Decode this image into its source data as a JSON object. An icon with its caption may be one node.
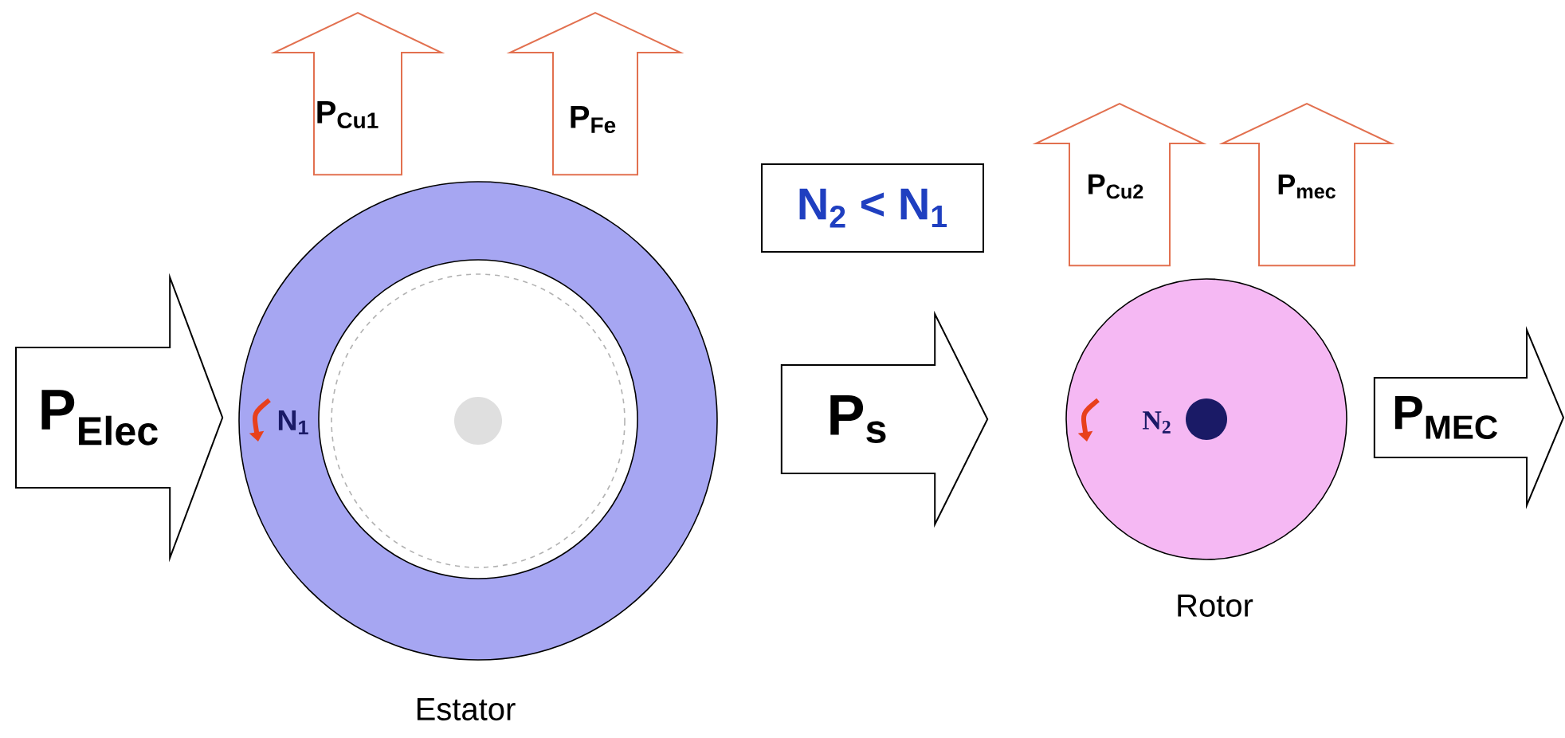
{
  "diagram": {
    "nodes": [
      {
        "text": [
          "N$_{1}$"
        ],
        "beside": [
          "Estator"
        ]
      },
      {
        "text": [
          "N$_{2}$ < N$_{1}$"
        ]
      },
      {
        "text": [
          "N$_{2}$"
        ],
        "beside": [
          "Rotor"
        ]
      }
    ],
    "edges": [
      {
        "from": null,
        "to": 0,
        "arrow": "to",
        "label": "P$_{Elec}$",
        "color": "#000000"
      },
      {
        "from": 0,
        "to": null,
        "arrow": "to",
        "label": "P$_{Cu1}$",
        "color": "#e2704f"
      },
      {
        "from": 0,
        "to": null,
        "arrow": "to",
        "label": "P$_{Fe}$",
        "color": "#e2704f"
      },
      {
        "from": 0,
        "to": 2,
        "arrow": "to",
        "label": "P$_{s}$",
        "color": "#000000"
      },
      {
        "from": 2,
        "to": null,
        "arrow": "to",
        "label": "P$_{Cu2}$",
        "color": "#e2704f"
      },
      {
        "from": 2,
        "to": null,
        "arrow": "to",
        "label": "P$_{mec}$",
        "color": "#e2704f"
      },
      {
        "from": 2,
        "to": null,
        "arrow": "to",
        "label": "P$_{MEC}$",
        "color": "#000000"
      }
    ]
  }
}
